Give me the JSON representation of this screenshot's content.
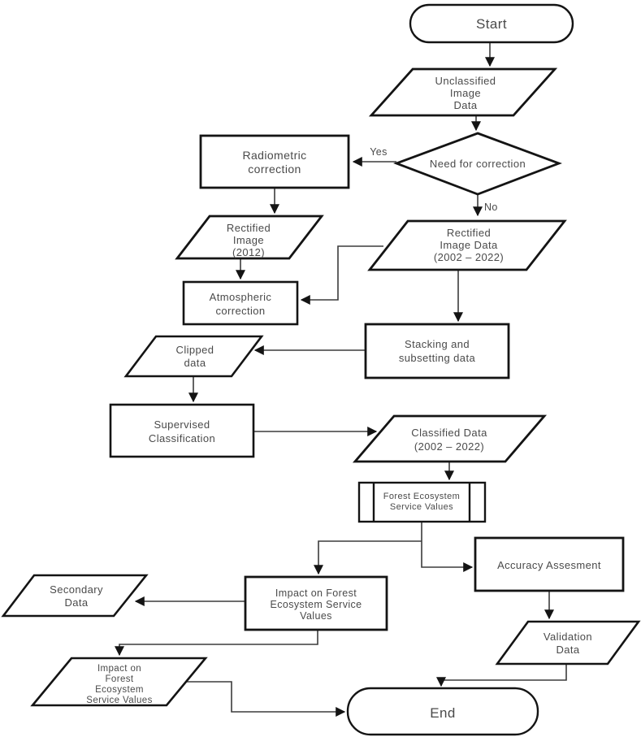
{
  "diagram": {
    "type": "flowchart",
    "background": "#ffffff",
    "colors": {
      "shape_fill": "#ffffff",
      "shape_stroke": "#141414",
      "connector": "#3c3c3c",
      "text": "#4a4a4a"
    },
    "nodes": {
      "start": {
        "shape": "terminator",
        "label": "Start"
      },
      "unclassified_image_data": {
        "shape": "data-parallelogram",
        "lines": [
          "Unclassified",
          "Image",
          "Data"
        ]
      },
      "need_for_correction": {
        "shape": "decision-diamond",
        "label": "Need for correction"
      },
      "radiometric_correction": {
        "shape": "process",
        "lines": [
          "Radiometric",
          "correction"
        ]
      },
      "rectified_image_2012": {
        "shape": "data-parallelogram",
        "lines": [
          "Rectified",
          "Image",
          "(2012)"
        ]
      },
      "rectified_image_data": {
        "shape": "data-parallelogram",
        "lines": [
          "Rectified",
          "Image Data",
          "(2002 – 2022)"
        ]
      },
      "atmospheric_correction": {
        "shape": "process",
        "lines": [
          "Atmospheric",
          "correction"
        ]
      },
      "stacking_subsetting": {
        "shape": "process",
        "lines": [
          "Stacking and",
          "subsetting data"
        ]
      },
      "clipped_data": {
        "shape": "data-parallelogram",
        "lines": [
          "Clipped",
          "data"
        ]
      },
      "supervised_classification": {
        "shape": "process",
        "lines": [
          "Supervised",
          "Classification"
        ]
      },
      "classified_data": {
        "shape": "data-parallelogram",
        "lines": [
          "Classified Data",
          "(2002 – 2022)"
        ]
      },
      "forest_ecosystem_service_values": {
        "shape": "predefined-process",
        "lines": [
          "Forest Ecosystem",
          "Service Values"
        ]
      },
      "accuracy_assessment": {
        "shape": "process",
        "label": "Accuracy Assesment"
      },
      "impact_forest_esv_box": {
        "shape": "process",
        "lines": [
          "Impact on Forest",
          "Ecosystem Service",
          "Values"
        ]
      },
      "secondary_data": {
        "shape": "data-parallelogram",
        "lines": [
          "Secondary",
          "Data"
        ]
      },
      "impact_forest_esv_data": {
        "shape": "data-parallelogram",
        "lines": [
          "Impact on",
          "Forest",
          "Ecosystem",
          "Service Values"
        ]
      },
      "validation_data": {
        "shape": "data-parallelogram",
        "lines": [
          "Validation",
          "Data"
        ]
      },
      "end": {
        "shape": "terminator",
        "label": "End"
      }
    },
    "edge_labels": {
      "yes": "Yes",
      "no": "No"
    }
  }
}
